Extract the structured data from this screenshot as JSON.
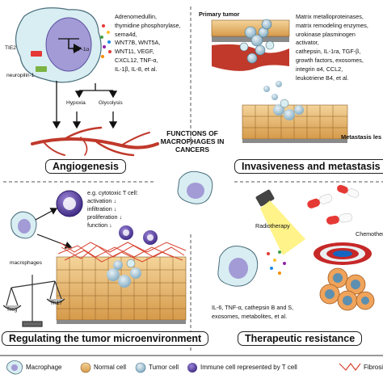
{
  "center_label": "FUNCTIONS OF MACROPHAGES IN CANCERS",
  "angiogenesis": {
    "title": "Angiogenesis",
    "receptor_tie2": "TIE2",
    "receptor_neuropilin": "neuropilin-1",
    "hif": "HIF-1α",
    "hypoxia": "Hypoxia",
    "glycolysis": "Glycolysis",
    "factors": [
      "Adrenomedullin,",
      "thymidine phosphorylase,",
      "sema4d,",
      "WNT7B, WNT5A,",
      "WNT11, VEGF,",
      "CXCL12, TNF-α,",
      "IL-1β, IL-8, et al."
    ]
  },
  "invasiveness": {
    "title": "Invasiveness and metastasis",
    "primary_tumor": "Primary tumor",
    "metastasis_label": "Metastasis les",
    "factors": [
      "Matrix metalloproteinases,",
      "matrix remodeling enzymes,",
      "urokinase plasminogen",
      "activator,",
      "cathepsin, IL-1ra, TGF-β,",
      "growth factors, exosomes,",
      "integrin α4, CCL2,",
      "leukotriene B4, et al."
    ]
  },
  "microenvironment": {
    "title": "Regulating the tumor microenvironment",
    "effects": [
      "e.g. cytotoxic T cell:",
      "activation ↓",
      "infiltration ↓",
      "proliferation ↓",
      "function ↓"
    ],
    "macrophages_label": "macrophages",
    "treg": "Treg",
    "th17": "Th17"
  },
  "resistance": {
    "title": "Therapeutic resistance",
    "radiotherapy": "Radiotherapy",
    "chemotherapy": "Chemother",
    "factors": [
      "IL-6, TNF-α, cathepsin B and S,",
      "exosomes, metabolites, et al."
    ]
  },
  "legend": {
    "macrophage": "Macrophage",
    "normal_cell": "Normal cell",
    "tumor_cell": "Tumor cell",
    "immune_cell": "Immune cell represented by T cell",
    "fibrosis": "Fibrosis"
  },
  "colors": {
    "macrophage_body": "#d9eef2",
    "macrophage_nucleus": "#a29bd6",
    "normal_cell": "#e6b873",
    "tumor_cell": "#7fb3c9",
    "immune_cell": "#5a3f9e",
    "fibrosis": "#d8422e",
    "vessel": "#c0392b"
  }
}
